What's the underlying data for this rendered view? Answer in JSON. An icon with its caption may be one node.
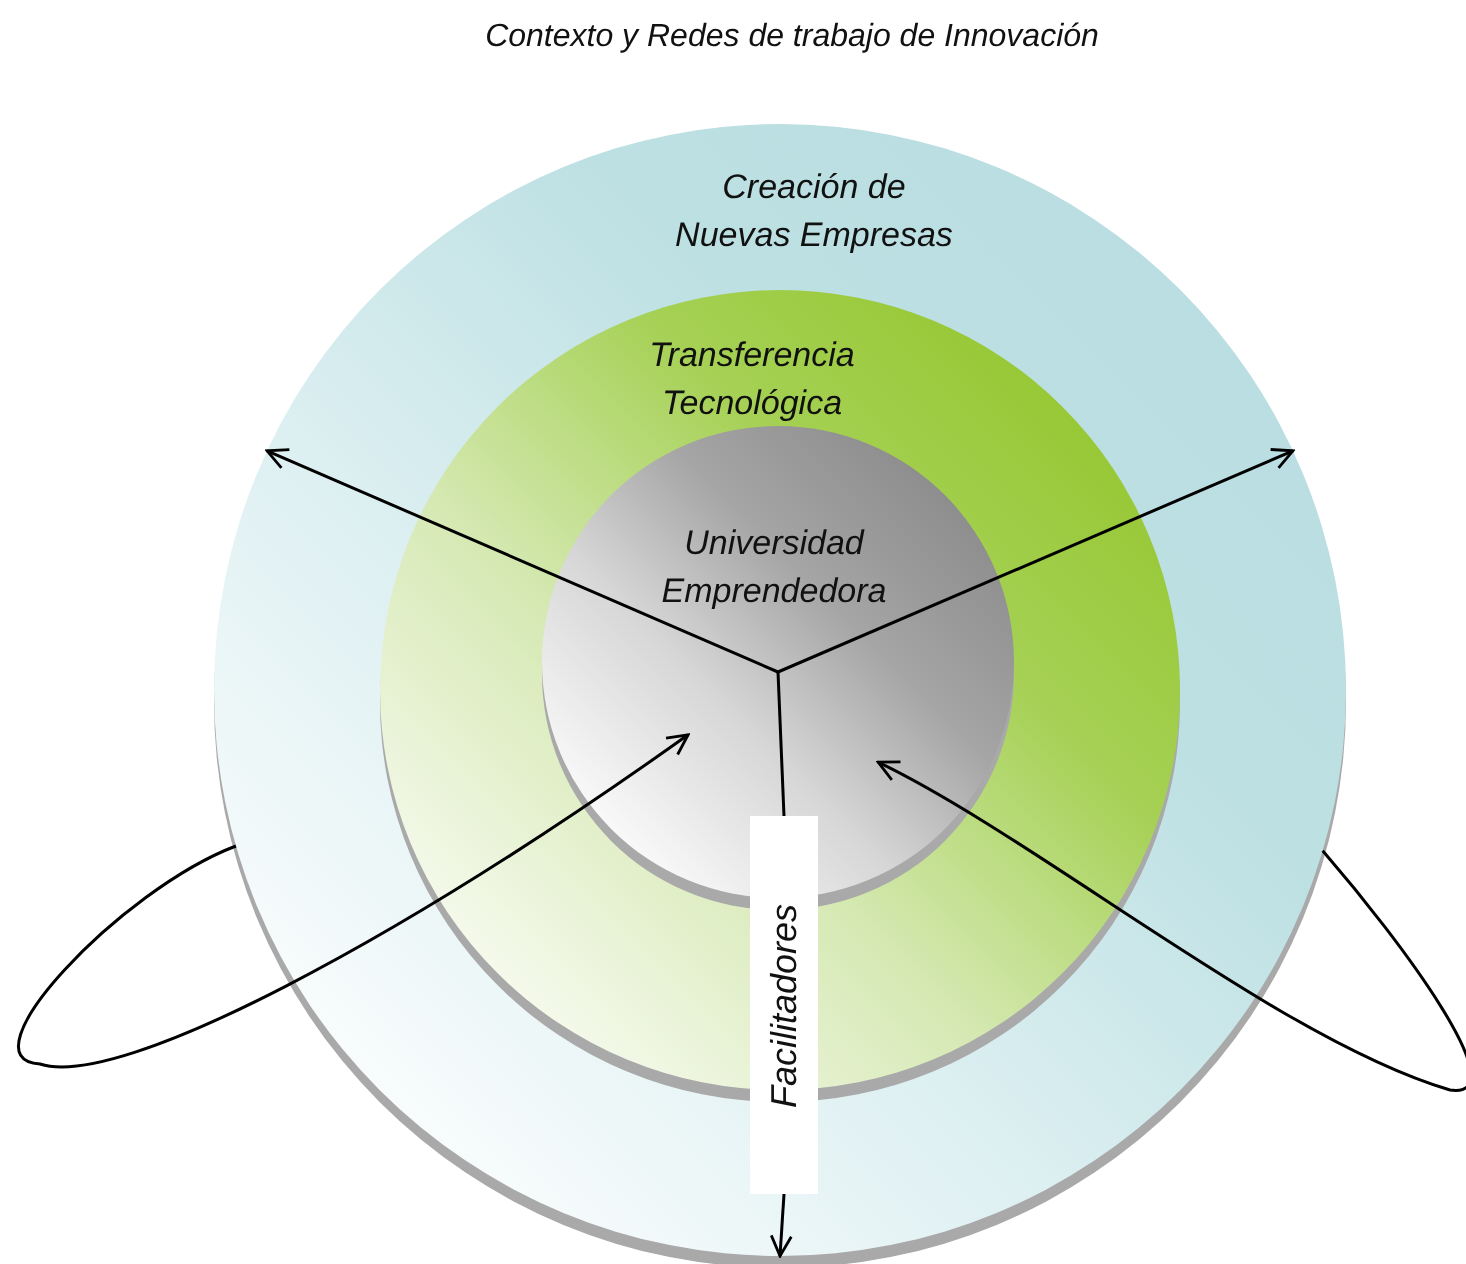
{
  "diagram": {
    "title": "Contexto y Redes de trabajo de Innovación",
    "nodes": [
      {
        "text": [
          "Creación de Nuevas Empresas"
        ]
      },
      {
        "text": [
          "Transferencia Tecnológica"
        ],
        "in": 0
      },
      {
        "text": [
          "Universidad Emprendedora"
        ],
        "in": 1
      },
      {
        "text": [
          "Facilitadores"
        ],
        "in": 0
      }
    ],
    "edges": [
      {
        "from": 2,
        "to": 0,
        "arrow": "to"
      },
      {
        "from": 2,
        "to": 0,
        "arrow": "to"
      },
      {
        "from": 2,
        "to": 3,
        "arrow": "none"
      },
      {
        "from": 3,
        "to": 0,
        "arrow": "to"
      },
      {
        "from": 0,
        "to": 2,
        "arrow": "to"
      },
      {
        "from": 0,
        "to": 2,
        "arrow": "to"
      }
    ]
  }
}
